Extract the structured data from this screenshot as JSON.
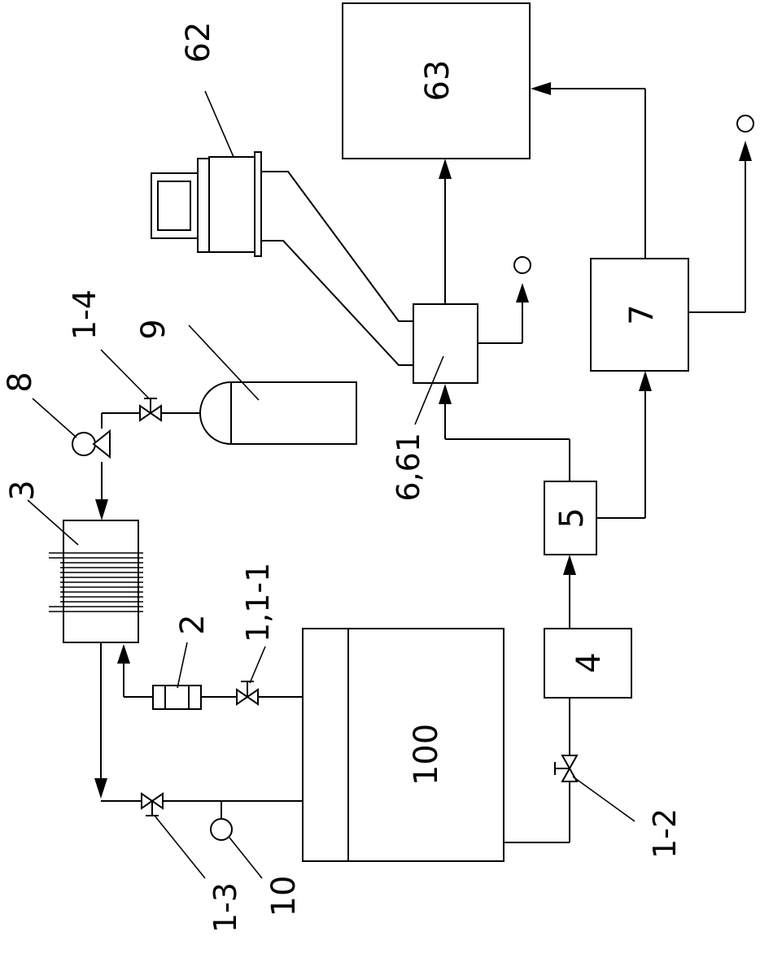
{
  "labels": {
    "tank": "100",
    "valve_main": "1,1-1",
    "flowmeter": "2",
    "heat_exchanger": "3",
    "valve_1_2": "1-2",
    "valve_1_3": "1-3",
    "valve_1_4": "1-4",
    "unit_4": "4",
    "unit_5": "5",
    "analyzer": "6,61",
    "computer": "62",
    "recorder": "63",
    "unit_7": "7",
    "pump": "8",
    "gas_cylinder": "9",
    "gauge": "10"
  }
}
